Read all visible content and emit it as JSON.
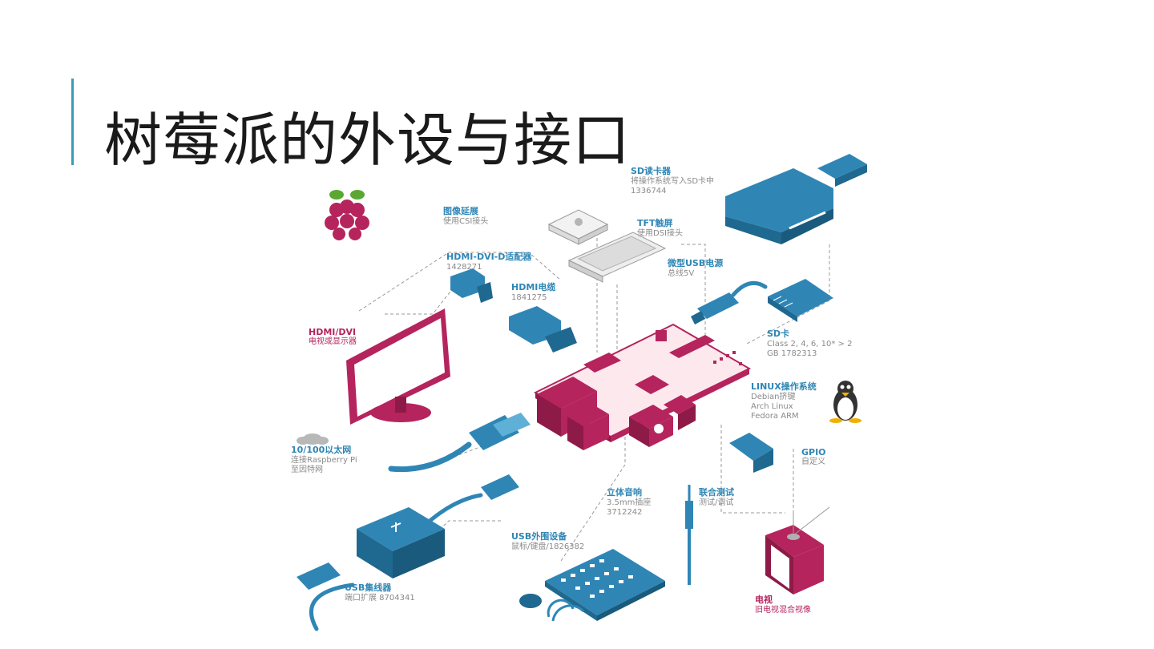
{
  "slide": {
    "title": "树莓派的外设与接口"
  },
  "labels": {
    "sd_reader": {
      "title": "SD读卡器",
      "line1": "将操作系统写入SD卡中",
      "line2": "1336744"
    },
    "camera": {
      "title": "图像延展",
      "line1": "使用CSI接头"
    },
    "tft": {
      "title": "TFT触屏",
      "line1": "使用DSI接头"
    },
    "hdmi_dvi_adapter": {
      "title": "HDMI-DVI-D适配器",
      "line1": "1428271"
    },
    "micro_usb_power": {
      "title": "微型USB电源",
      "line1": "总线5V"
    },
    "hdmi_cable": {
      "title": "HDMI电缆",
      "line1": "1841275"
    },
    "monitor": {
      "title": "HDMI/DVI",
      "line1": "电视或显示器"
    },
    "sd_card": {
      "title": "SD卡",
      "line1": "Class 2, 4, 6, 10* > 2",
      "line2": "GB 1782313"
    },
    "linux": {
      "title": "LINUX操作系统",
      "line1": "Debian挤键",
      "line2": "Arch Linux",
      "line3": "Fedora ARM"
    },
    "ethernet": {
      "title": "10/100以太网",
      "line1": "连接Raspberry Pi",
      "line2": "至因特网"
    },
    "gpio": {
      "title": "GPIO",
      "line1": "自定义"
    },
    "audio": {
      "title": "立体音响",
      "line1": "3.5mm插座",
      "line2": "3712242"
    },
    "jtag": {
      "title": "联合测试",
      "line1": "测试/调试"
    },
    "usb_peripherals": {
      "title": "USB外围设备",
      "line1": "鼠标/键盘/1826382"
    },
    "usb_hub": {
      "title": "USB集线器",
      "line1": "端口扩展 8704341"
    },
    "tv": {
      "title": "电视",
      "line1": "旧电视混合视像"
    }
  },
  "colors": {
    "accent": "#3b9bb9",
    "device_blue": "#2f86b5",
    "board_red": "#b5245d",
    "label_gray": "#8a8a8a",
    "dash": "#9a9a9a"
  },
  "icons": [
    "raspberry-logo-icon",
    "tux-penguin-icon",
    "cloud-icon"
  ]
}
